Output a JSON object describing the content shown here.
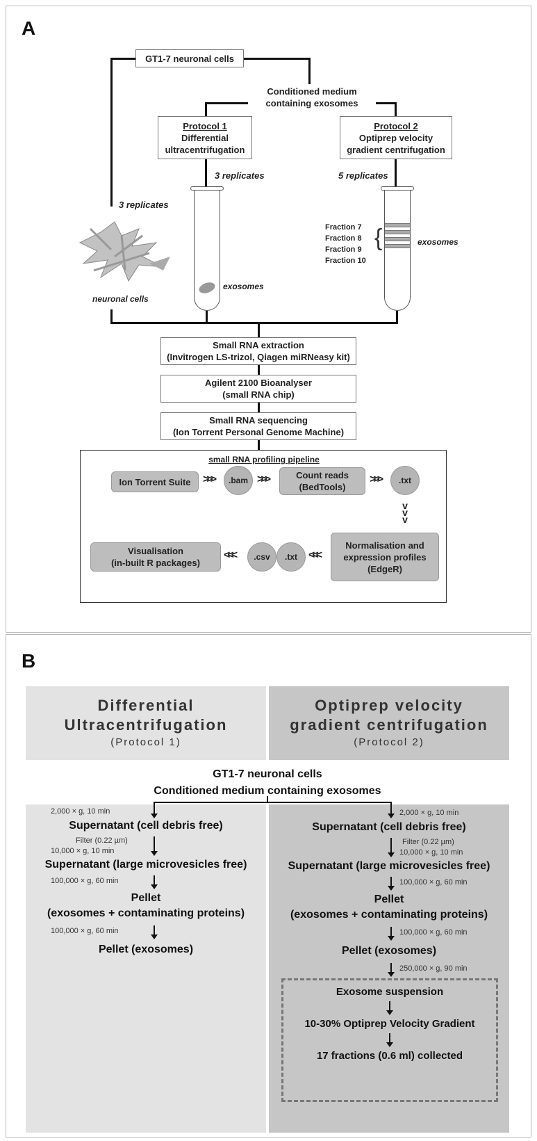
{
  "panelA": {
    "label": "A",
    "source": "GT1-7 neuronal cells",
    "medium": [
      "Conditioned medium",
      "containing exosomes"
    ],
    "protocol1": {
      "title": "Protocol 1",
      "lines": [
        "Differential",
        "ultracentrifugation"
      ],
      "replicates": "3 replicates"
    },
    "protocol2": {
      "title": "Protocol 2",
      "lines": [
        "Optiprep velocity",
        "gradient centrifugation"
      ],
      "replicates": "5 replicates"
    },
    "cells_replicates": "3 replicates",
    "cells_label": "neuronal cells",
    "exosomes_label": "exosomes",
    "fractions": [
      "Fraction 7",
      "Fraction 8",
      "Fraction 9",
      "Fraction 10"
    ],
    "fractions_label": "exosomes",
    "extraction": [
      "Small RNA extraction",
      "(Invitrogen LS-trizol, Qiagen miRNeasy kit)"
    ],
    "bioanalyser": [
      "Agilent 2100 Bioanalyser",
      "(small RNA chip)"
    ],
    "sequencing": [
      "Small RNA sequencing",
      "(Ion Torrent Personal Genome Machine)"
    ],
    "pipeline": {
      "title": "small RNA profiling pipeline",
      "ion_suite": "Ion Torrent Suite",
      "bam": ".bam",
      "count": [
        "Count reads",
        "(BedTools)"
      ],
      "txt1": ".txt",
      "norm": [
        "Normalisation and",
        "expression profiles",
        "(EdgeR)"
      ],
      "txt2": ".txt",
      "csv": ".csv",
      "vis": [
        "Visualisation",
        "(in-built R packages)"
      ]
    }
  },
  "panelB": {
    "label": "B",
    "left_header": [
      "Differential",
      "Ultracentrifugation",
      "(Protocol 1)"
    ],
    "right_header": [
      "Optiprep velocity",
      "gradient centrifugation",
      "(Protocol 2)"
    ],
    "common": [
      "GT1-7 neuronal cells",
      "Conditioned medium containing exosomes"
    ],
    "left": {
      "c1": "2,000 × g, 10 min",
      "s1": "Supernatant (cell debris free)",
      "c2a": "Filter (0.22 µm)",
      "c2b": "10,000 × g, 10 min",
      "s2": "Supernatant (large microvesicles free)",
      "c3": "100,000 × g, 60 min",
      "s3": [
        "Pellet",
        "(exosomes + contaminating proteins)"
      ],
      "c4": "100,000 × g, 60 min",
      "s4": "Pellet (exosomes)"
    },
    "right": {
      "c1": "2,000 × g, 10 min",
      "s1": "Supernatant (cell debris free)",
      "c2a": "Filter (0.22 µm)",
      "c2b": "10,000 × g, 10 min",
      "s2": "Supernatant (large microvesicles free)",
      "c3": "100,000 × g, 60 min",
      "s3": [
        "Pellet",
        "(exosomes + contaminating proteins)"
      ],
      "c4": "100,000 × g, 60 min",
      "s4": "Pellet (exosomes)",
      "c5": "250,000 × g, 90 min",
      "d1": "Exosome suspension",
      "d2": "10-30% Optiprep Velocity Gradient",
      "d3": "17 fractions (0.6 ml) collected"
    }
  },
  "colors": {
    "grey_box": "#bdbdbd",
    "left_bg": "#e3e3e3",
    "right_bg": "#c6c6c6",
    "line": "#111111"
  }
}
